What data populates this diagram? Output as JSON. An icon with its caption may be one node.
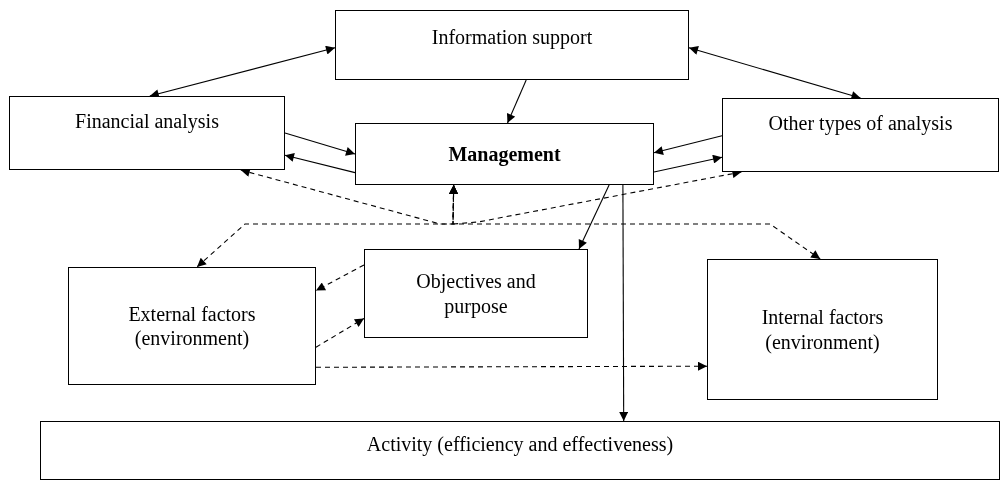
{
  "diagram": {
    "nodes": [
      {
        "text": [
          "Information support"
        ]
      },
      {
        "text": [
          "Financial analysis"
        ]
      },
      {
        "text": [
          "Management"
        ]
      },
      {
        "text": [
          "Other types of analysis"
        ]
      },
      {
        "text": [
          "External factors (environment)"
        ]
      },
      {
        "text": [
          "Objectives and purpose"
        ]
      },
      {
        "text": [
          "Internal factors (environment)"
        ]
      },
      {
        "text": [
          "Activity (efficiency and effectiveness)"
        ]
      }
    ],
    "edges": [
      {
        "from": 0,
        "to": 1,
        "arrow": "both"
      },
      {
        "from": 0,
        "to": 3,
        "arrow": "both"
      },
      {
        "from": 0,
        "to": 2,
        "arrow": "to"
      },
      {
        "from": 1,
        "to": 2,
        "arrow": "to"
      },
      {
        "from": 2,
        "to": 1,
        "arrow": "to"
      },
      {
        "from": 3,
        "to": 2,
        "arrow": "to"
      },
      {
        "from": 2,
        "to": 3,
        "arrow": "to"
      },
      {
        "from": 2,
        "to": 5,
        "arrow": "to"
      },
      {
        "from": 2,
        "to": 7,
        "arrow": "to"
      },
      {
        "from": 5,
        "to": 4,
        "arrow": "to",
        "style": "dashed"
      },
      {
        "from": 4,
        "to": 5,
        "arrow": "to",
        "style": "dashed"
      },
      {
        "from": 4,
        "to": 6,
        "arrow": "to",
        "style": "dashed"
      },
      {
        "from": 1,
        "to": 2,
        "arrow": "both",
        "style": "dashed"
      },
      {
        "from": 3,
        "to": 2,
        "arrow": "both",
        "style": "dashed"
      },
      {
        "from": 2,
        "to": 4,
        "arrow": "both",
        "style": "dashed"
      },
      {
        "from": 2,
        "to": 6,
        "arrow": "both",
        "style": "dashed"
      }
    ]
  }
}
